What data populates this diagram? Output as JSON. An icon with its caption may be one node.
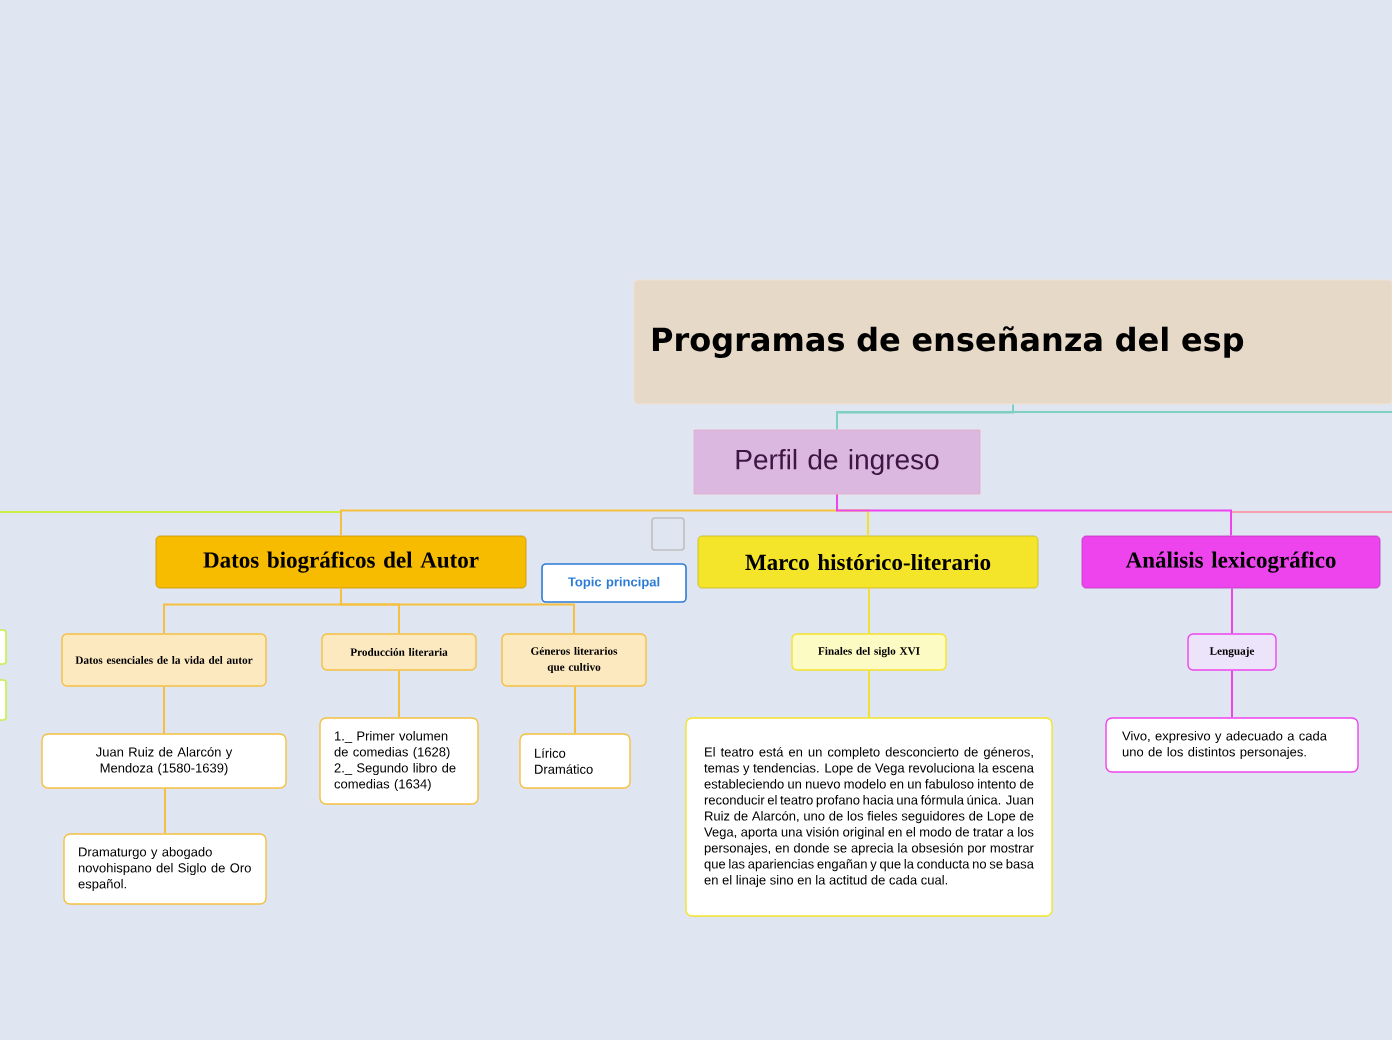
{
  "diagram": {
    "nodes": [
      {
        "text": [
          "Programas de enseñanza del esp"
        ]
      },
      {
        "text": [
          "Perfil de ingreso"
        ]
      },
      {
        "text": [],
        "shape": "box"
      },
      {
        "text": [
          "Topic principal"
        ]
      },
      {
        "text": [
          "Datos biográficos del Autor"
        ]
      },
      {
        "text": [
          "Marco histórico-literario"
        ]
      },
      {
        "text": [
          "Análisis lexicográfico"
        ]
      },
      {
        "text": [
          "Datos esenciales de la vida del autor"
        ]
      },
      {
        "text": [
          "Producción literaria"
        ]
      },
      {
        "text": [
          "Géneros literarios que cultivo"
        ]
      },
      {
        "text": [
          "Juan Ruiz de Alarcón y Mendoza (1580-1639)"
        ]
      },
      {
        "text": [
          "Dramaturgo y abogado novohispano del Siglo de Oro español."
        ]
      },
      {
        "text": [
          "1._ Primer volumen de comedias (1628)",
          "2._ Segundo libro de comedias (1634)"
        ]
      },
      {
        "text": [
          "Lírico",
          "Dramático"
        ]
      },
      {
        "text": [
          "Finales del siglo XVI"
        ]
      },
      {
        "text": [
          "El teatro está en un completo desconcierto de géneros, temas y tendencias. Lope de Vega revoluciona la escena estableciendo un nuevo modelo en un fabuloso intento de reconducir el teatro profano hacia una fórmula única. Juan Ruiz de Alarcón, uno de los fieles seguidores de Lope de Vega, aporta una visión original en el modo de tratar a los personajes, en donde se aprecia la obsesión por mostrar que las apariencias engañan y que la conducta no se basa en el linaje sino en la actitud de cada cual."
        ]
      },
      {
        "text": [
          "Lenguaje"
        ]
      },
      {
        "text": [
          "Vivo, expresivo y adecuado a cada uno de los distintos personajes."
        ]
      },
      {
        "text": [],
        "shape": "box"
      },
      {
        "text": [],
        "shape": "box"
      }
    ],
    "edges": [
      {
        "from": 0,
        "to": 1,
        "arrow": "none",
        "color": "#7fcfc4"
      },
      {
        "from": 1,
        "to": 4,
        "arrow": "none"
      },
      {
        "from": 1,
        "to": 5,
        "arrow": "none",
        "color": "#f2e030"
      },
      {
        "from": 1,
        "to": 6,
        "arrow": "none",
        "color": "#ee44ee"
      },
      {
        "from": 4,
        "to": 7,
        "arrow": "none"
      },
      {
        "from": 4,
        "to": 8,
        "arrow": "none"
      },
      {
        "from": 4,
        "to": 9,
        "arrow": "none"
      },
      {
        "from": 7,
        "to": 10,
        "arrow": "none"
      },
      {
        "from": 10,
        "to": 11,
        "arrow": "none"
      },
      {
        "from": 8,
        "to": 12,
        "arrow": "none"
      },
      {
        "from": 9,
        "to": 13,
        "arrow": "none"
      },
      {
        "from": 5,
        "to": 14,
        "arrow": "none",
        "color": "#f2e030"
      },
      {
        "from": 14,
        "to": 15,
        "arrow": "none",
        "color": "#f2e030"
      },
      {
        "from": 6,
        "to": 16,
        "arrow": "none",
        "color": "#ee44ee"
      },
      {
        "from": 16,
        "to": 17,
        "arrow": "none",
        "color": "#ee44ee"
      }
    ]
  }
}
